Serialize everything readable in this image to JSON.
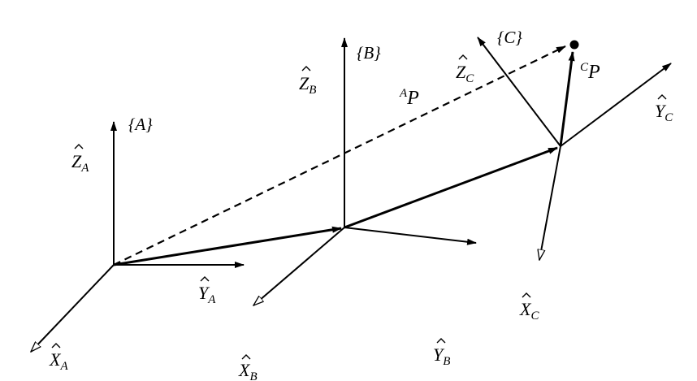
{
  "frames": {
    "A": {
      "label": "{A}",
      "axes": {
        "z": {
          "letter": "Z",
          "sub": "A"
        },
        "y": {
          "letter": "Y",
          "sub": "A"
        },
        "x": {
          "letter": "X",
          "sub": "A"
        }
      }
    },
    "B": {
      "label": "{B}",
      "axes": {
        "z": {
          "letter": "Z",
          "sub": "B"
        },
        "y": {
          "letter": "Y",
          "sub": "B"
        },
        "x": {
          "letter": "X",
          "sub": "B"
        }
      }
    },
    "C": {
      "label": "{C}",
      "axes": {
        "z": {
          "letter": "Z",
          "sub": "C"
        },
        "y": {
          "letter": "Y",
          "sub": "C"
        },
        "x": {
          "letter": "X",
          "sub": "C"
        }
      }
    }
  },
  "vectors": {
    "AP": {
      "sup": "A",
      "letter": "P"
    },
    "CP": {
      "sup": "C",
      "letter": "P"
    }
  },
  "colors": {
    "ink": "#000000",
    "background": "#ffffff"
  }
}
